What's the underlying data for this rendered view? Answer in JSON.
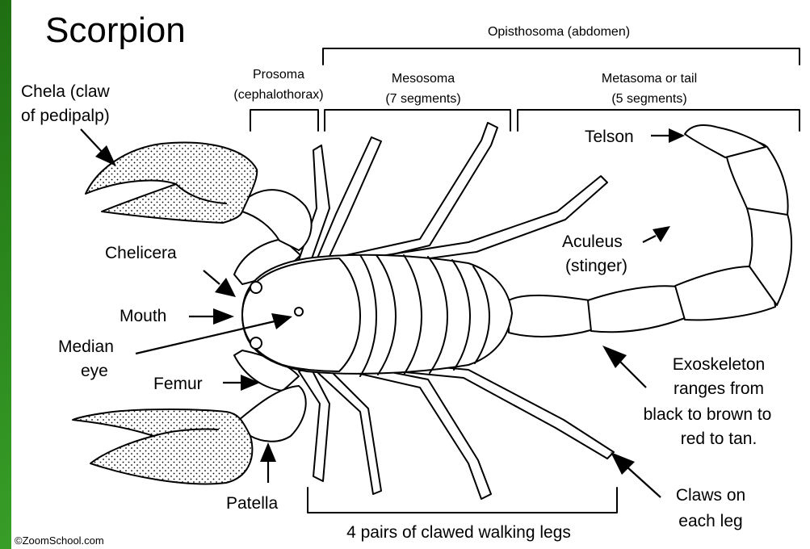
{
  "title": "Scorpion",
  "credit": "©ZoomSchool.com",
  "labels": {
    "opisthosoma": "Opisthosoma (abdomen)",
    "prosoma_1": "Prosoma",
    "prosoma_2": "(cephalothorax)",
    "mesosoma_1": "Mesosoma",
    "mesosoma_2": "(7 segments)",
    "metasoma_1": "Metasoma or tail",
    "metasoma_2": "(5 segments)",
    "chela_1": "Chela (claw",
    "chela_2": "of pedipalp)",
    "telson": "Telson",
    "aculeus_1": "Aculeus",
    "aculeus_2": "(stinger)",
    "chelicera": "Chelicera",
    "mouth": "Mouth",
    "median_1": "Median",
    "median_2": "eye",
    "femur": "Femur",
    "patella": "Patella",
    "exo_1": "Exoskeleton",
    "exo_2": "ranges from",
    "exo_3": "black to brown to",
    "exo_4": "red to tan.",
    "claws_1": "Claws on",
    "claws_2": "each leg",
    "legs": "4 pairs of clawed walking legs"
  },
  "colors": {
    "border": "#2e8b1f",
    "background": "#ffffff",
    "ink": "#000000"
  }
}
